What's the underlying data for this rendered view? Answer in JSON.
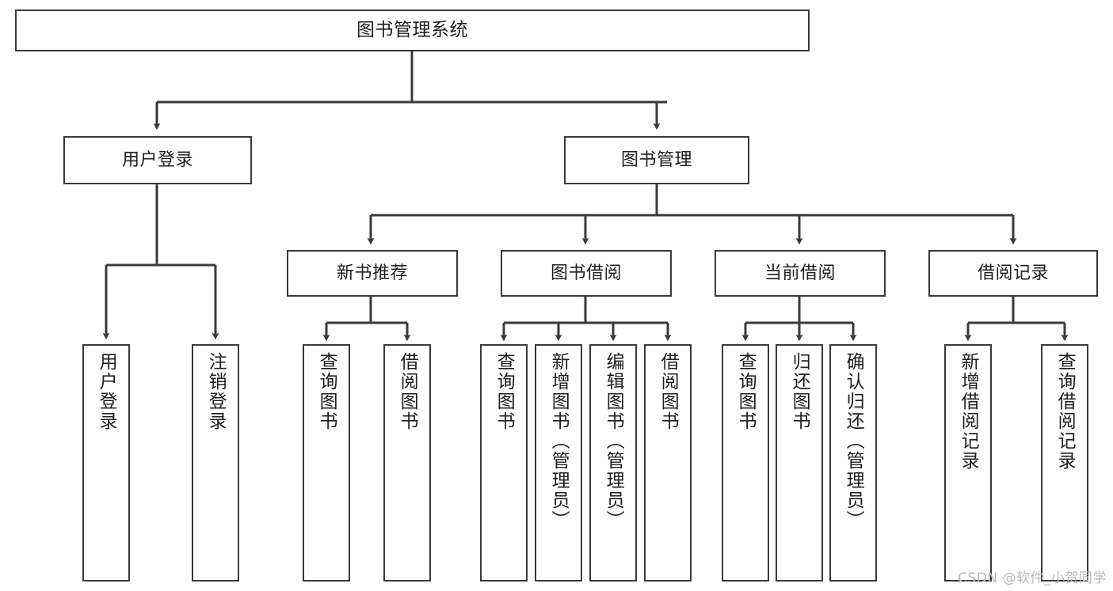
{
  "diagram": {
    "title": "图书管理系统",
    "watermark": "CSDN @软件_小贺同学",
    "style": {
      "border_color": "#3a3a3a",
      "text_color": "#1f1f1f",
      "background": "#ffffff",
      "edge_color": "#3a3a3a",
      "watermark_color": "#b9b9b9"
    },
    "root": {
      "label": "图书管理系统"
    },
    "level1": [
      {
        "label": "用户登录"
      },
      {
        "label": "图书管理"
      }
    ],
    "level2": [
      {
        "label": "新书推荐"
      },
      {
        "label": "图书借阅"
      },
      {
        "label": "当前借阅"
      },
      {
        "label": "借阅记录"
      }
    ],
    "leaves": {
      "user_login": [
        {
          "label": "用户登录"
        },
        {
          "label": "注销登录"
        }
      ],
      "new_book_recommend": [
        {
          "label": "查询图书"
        },
        {
          "label": "借阅图书"
        }
      ],
      "book_borrow": [
        {
          "label": "查询图书"
        },
        {
          "label": "新增图书（管理员）"
        },
        {
          "label": "编辑图书（管理员）"
        },
        {
          "label": "借阅图书"
        }
      ],
      "current_borrow": [
        {
          "label": "查询图书"
        },
        {
          "label": "归还图书"
        },
        {
          "label": "确认归还（管理员）"
        }
      ],
      "borrow_records": [
        {
          "label": "新增借阅记录"
        },
        {
          "label": "查询借阅记录"
        }
      ]
    }
  }
}
